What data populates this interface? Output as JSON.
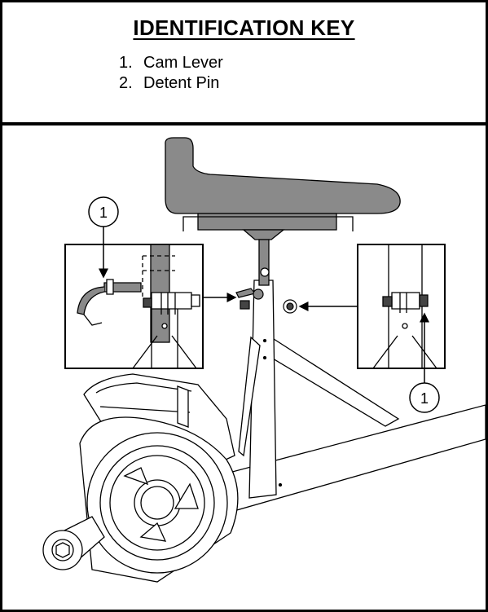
{
  "key": {
    "title": "IDENTIFICATION KEY",
    "items": [
      {
        "number": "1.",
        "label": "Cam Lever"
      },
      {
        "number": "2.",
        "label": "Detent Pin"
      }
    ]
  },
  "callouts": [
    {
      "number": "1"
    },
    {
      "number": "1"
    }
  ]
}
